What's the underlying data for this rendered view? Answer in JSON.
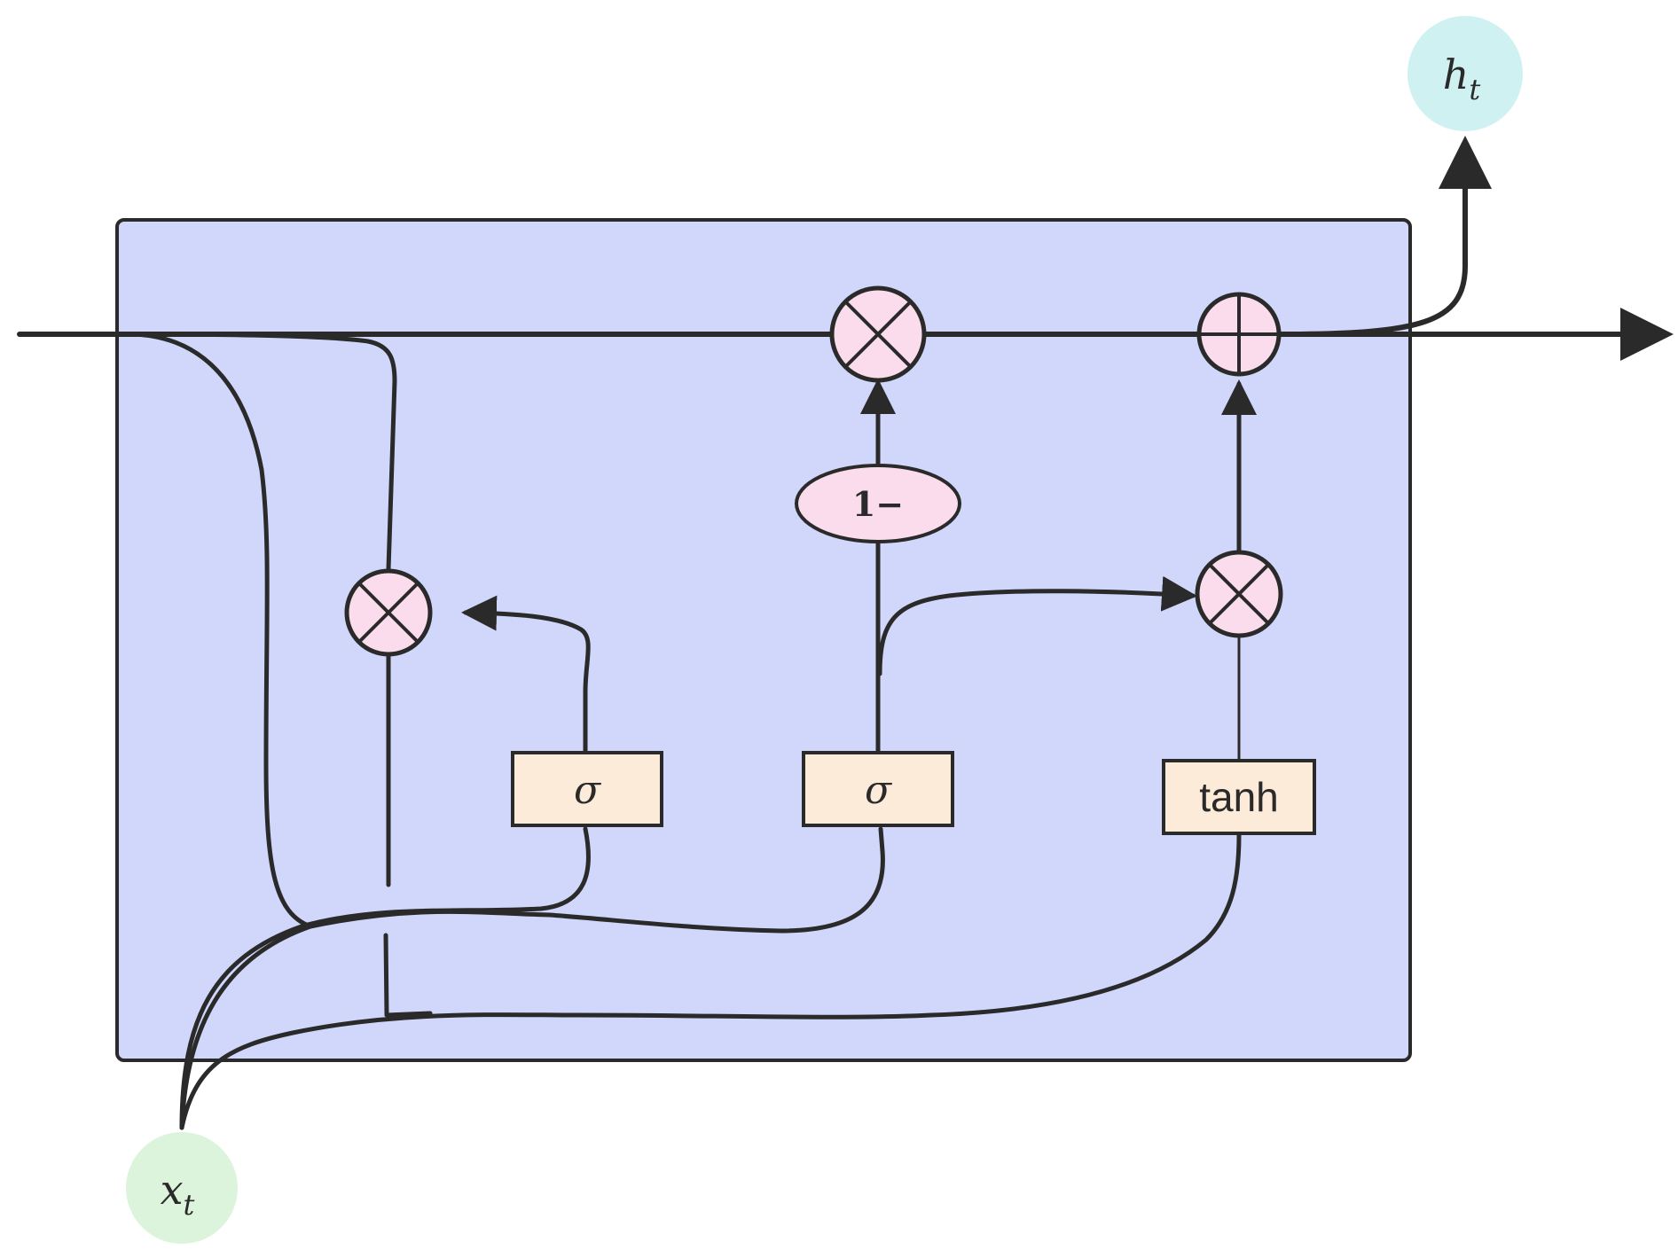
{
  "colors": {
    "cell_fill": "#d1d7fa",
    "stroke": "#2a2a2a",
    "op_fill": "#fbdcec",
    "gate_fill": "#fdebd9",
    "input_fill": "#dcf4dc",
    "output_fill": "#d0f1f1"
  },
  "nodes": {
    "input": {
      "base": "x",
      "sub": "t"
    },
    "output": {
      "base": "h",
      "sub": "t"
    },
    "gate_left": {
      "label": "σ"
    },
    "gate_mid": {
      "label": "σ"
    },
    "gate_right": {
      "label": "tanh"
    },
    "one_minus": {
      "label": "1−"
    }
  },
  "operators": {
    "multiply_left": "multiply",
    "multiply_top": "multiply",
    "add_top": "add",
    "multiply_right": "multiply"
  }
}
